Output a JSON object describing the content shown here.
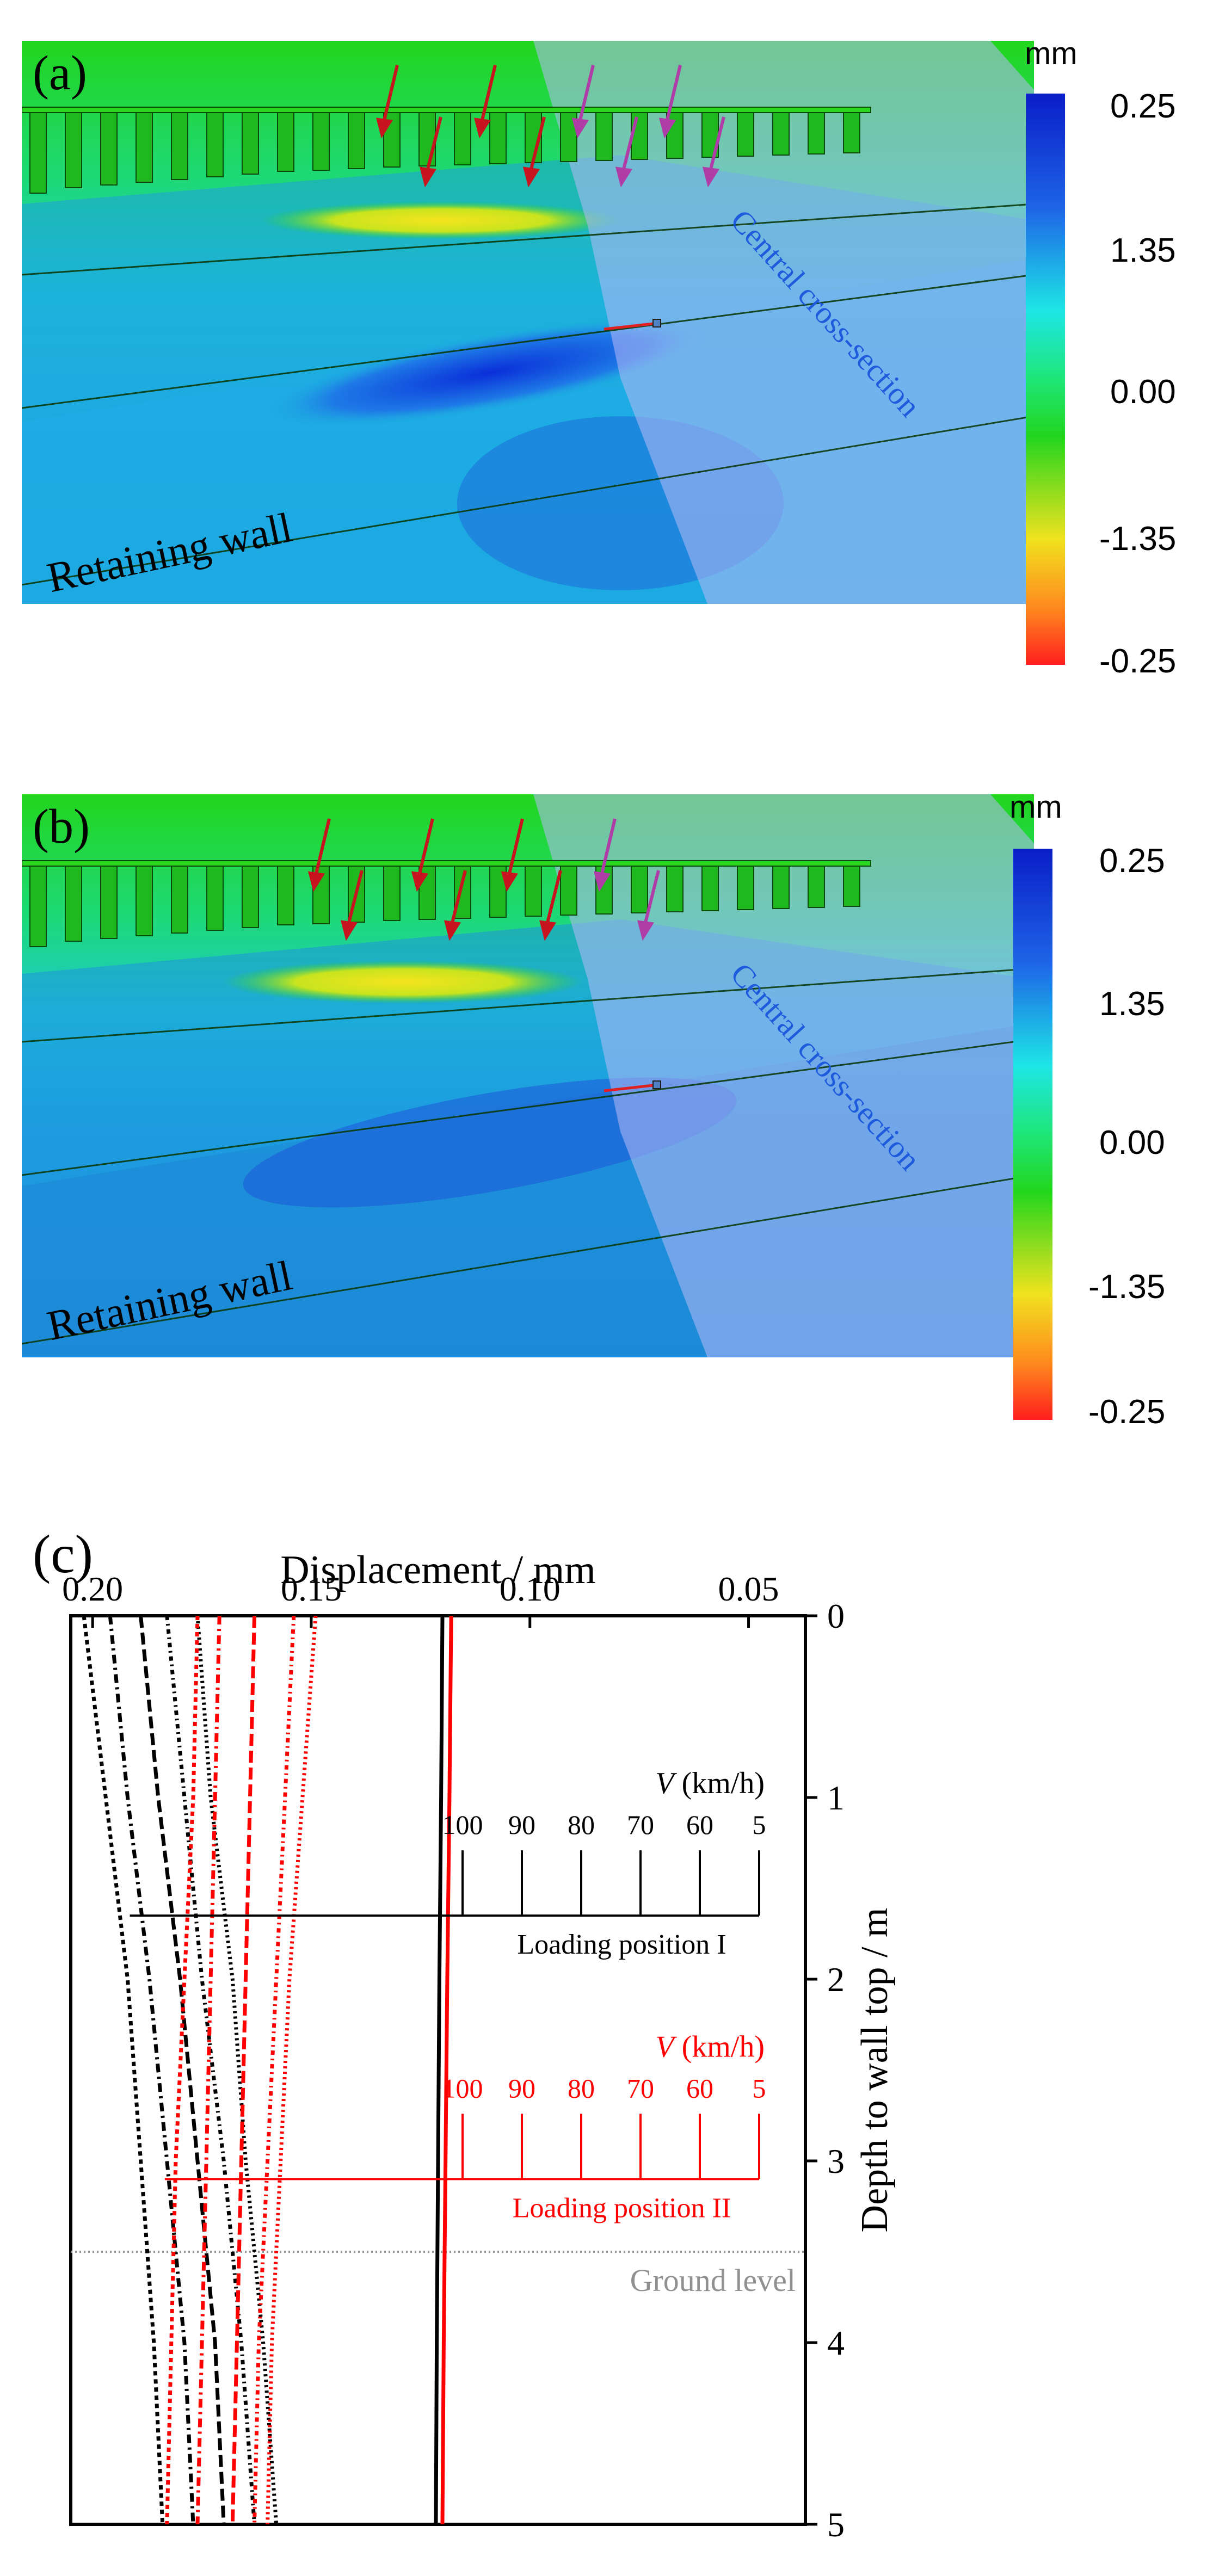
{
  "panels": [
    {
      "label": "(a)",
      "annotations": {
        "retaining_wall": "Retaining wall",
        "central_cross_section": "Central cross-section"
      },
      "colorbar": {
        "unit": "mm",
        "ticks": [
          "0.25",
          "1.35",
          "0.00",
          "-1.35",
          "-0.25"
        ]
      }
    },
    {
      "label": "(b)",
      "annotations": {
        "retaining_wall": "Retaining wall",
        "central_cross_section": "Central cross-section"
      },
      "colorbar": {
        "unit": "mm",
        "ticks": [
          "0.25",
          "1.35",
          "0.00",
          "-1.35",
          "-0.25"
        ]
      }
    }
  ],
  "colors": {
    "green": "#22d61e",
    "cyan": "#1ee6e6",
    "blue": "#0a2fd9",
    "yellow": "#f0e21e",
    "red": "#ff1e1e",
    "purple_overlay": "#b6b9f5",
    "arrow_red": "#c8141e",
    "arrow_purple": "#b03ca8",
    "loading_position_II": "#ff0000",
    "ground_level": "#909090"
  },
  "chart_data": {
    "panel_label": "(c)",
    "type": "line",
    "xlabel": "Displacement / mm",
    "ylabel": "Depth to wall top / m",
    "x_ticks": [
      "0.20",
      "0.15",
      "0.10",
      "0.05"
    ],
    "x_tick_values": [
      0.2,
      0.15,
      0.1,
      0.05
    ],
    "y_ticks": [
      "0",
      "1",
      "2",
      "3",
      "4",
      "5"
    ],
    "y_tick_values": [
      0,
      1,
      2,
      3,
      4,
      5
    ],
    "xlim": [
      0.205,
      0.037
    ],
    "ylim": [
      0,
      5
    ],
    "x_reversed": true,
    "ground_level": {
      "label": "Ground level",
      "depth": 3.5
    },
    "loading_positions": [
      {
        "label": "Loading position I",
        "speed_title": "V",
        "speed_unit": "(km/h)",
        "speeds": [
          "100",
          "90",
          "80",
          "70",
          "60",
          "5"
        ],
        "depth": 1.65,
        "color": "#000000",
        "series": [
          {
            "speed": "100",
            "dash": "8,7",
            "x": [
              0.202,
              0.197,
              0.192,
              0.189,
              0.186,
              0.184
            ]
          },
          {
            "speed": "90",
            "dash": "16,8,4,8",
            "x": [
              0.196,
              0.192,
              0.187,
              0.183,
              0.179,
              0.177
            ]
          },
          {
            "speed": "80",
            "dash": "22,9",
            "x": [
              0.189,
              0.185,
              0.18,
              0.176,
              0.172,
              0.17
            ]
          },
          {
            "speed": "70",
            "dash": "8,7,3,7",
            "x": [
              0.183,
              0.179,
              0.175,
              0.17,
              0.166,
              0.163
            ]
          },
          {
            "speed": "60",
            "dash": "4,6",
            "x": [
              0.176,
              0.173,
              0.168,
              0.165,
              0.161,
              0.158
            ]
          },
          {
            "speed": "5",
            "dash": "none",
            "x": [
              0.12,
              0.1203,
              0.1207,
              0.121,
              0.1213,
              0.1215
            ]
          }
        ]
      },
      {
        "label": "Loading position II",
        "speed_title": "V",
        "speed_unit": "(km/h)",
        "speeds": [
          "100",
          "90",
          "80",
          "70",
          "60",
          "5"
        ],
        "depth": 3.1,
        "color": "#ff0000",
        "series": [
          {
            "speed": "100",
            "dash": "8,7",
            "x": [
              0.176,
              0.177,
              0.179,
              0.181,
              0.182,
              0.183
            ]
          },
          {
            "speed": "90",
            "dash": "16,8,4,8",
            "x": [
              0.171,
              0.172,
              0.173,
              0.174,
              0.175,
              0.176
            ]
          },
          {
            "speed": "80",
            "dash": "22,9",
            "x": [
              0.163,
              0.164,
              0.165,
              0.166,
              0.167,
              0.168
            ]
          },
          {
            "speed": "70",
            "dash": "8,7,3,7",
            "x": [
              0.154,
              0.156,
              0.158,
              0.16,
              0.162,
              0.163
            ]
          },
          {
            "speed": "60",
            "dash": "4,6",
            "x": [
              0.149,
              0.152,
              0.155,
              0.157,
              0.159,
              0.16
            ]
          },
          {
            "speed": "5",
            "dash": "none",
            "x": [
              0.118,
              0.1184,
              0.1189,
              0.1193,
              0.1197,
              0.12
            ]
          }
        ]
      }
    ],
    "depth_samples": [
      0,
      1,
      2,
      3,
      4,
      5
    ]
  }
}
